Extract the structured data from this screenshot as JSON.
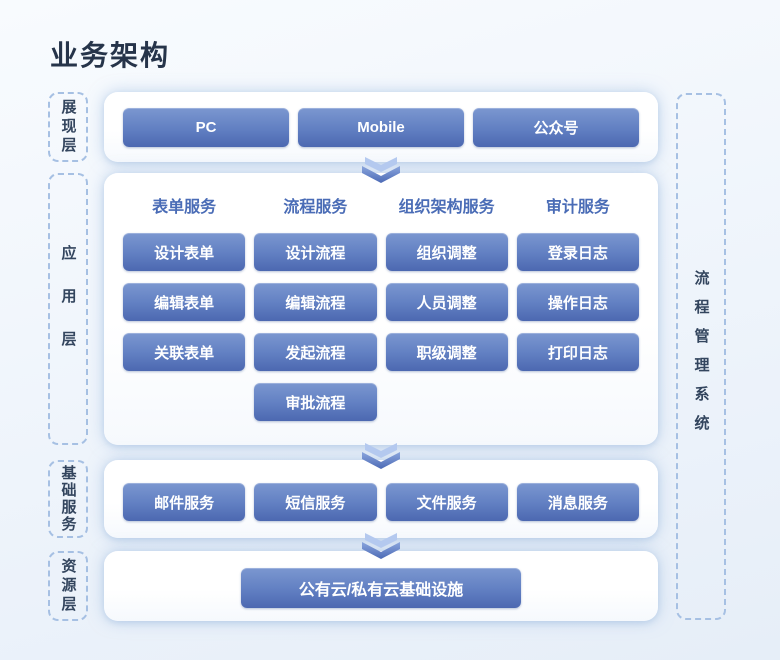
{
  "page": {
    "title": "业务架构"
  },
  "colors": {
    "accent": "#4c68b1",
    "button_gradient_top": "#7b97d0",
    "button_gradient_bottom": "#4c68b1",
    "column_header_text": "#4a6cb6",
    "dashed_border": "#a6c0e3",
    "title_text": "#26344a"
  },
  "layers": {
    "presentation": {
      "label": "展现层"
    },
    "application": {
      "label": "应用层"
    },
    "base": {
      "label": "基础服务"
    },
    "resource": {
      "label": "资源层"
    }
  },
  "right_panel": {
    "label": "流程管理系统"
  },
  "presentation": {
    "items": [
      "PC",
      "Mobile",
      "公众号"
    ]
  },
  "application": {
    "columns": [
      {
        "header": "表单服务",
        "items": [
          "设计表单",
          "编辑表单",
          "关联表单"
        ]
      },
      {
        "header": "流程服务",
        "items": [
          "设计流程",
          "编辑流程",
          "发起流程",
          "审批流程"
        ]
      },
      {
        "header": "组织架构服务",
        "items": [
          "组织调整",
          "人员调整",
          "职级调整"
        ]
      },
      {
        "header": "审计服务",
        "items": [
          "登录日志",
          "操作日志",
          "打印日志"
        ]
      }
    ]
  },
  "base_services": {
    "items": [
      "邮件服务",
      "短信服务",
      "文件服务",
      "消息服务"
    ]
  },
  "resource": {
    "infrastructure": "公有云/私有云基础设施"
  }
}
